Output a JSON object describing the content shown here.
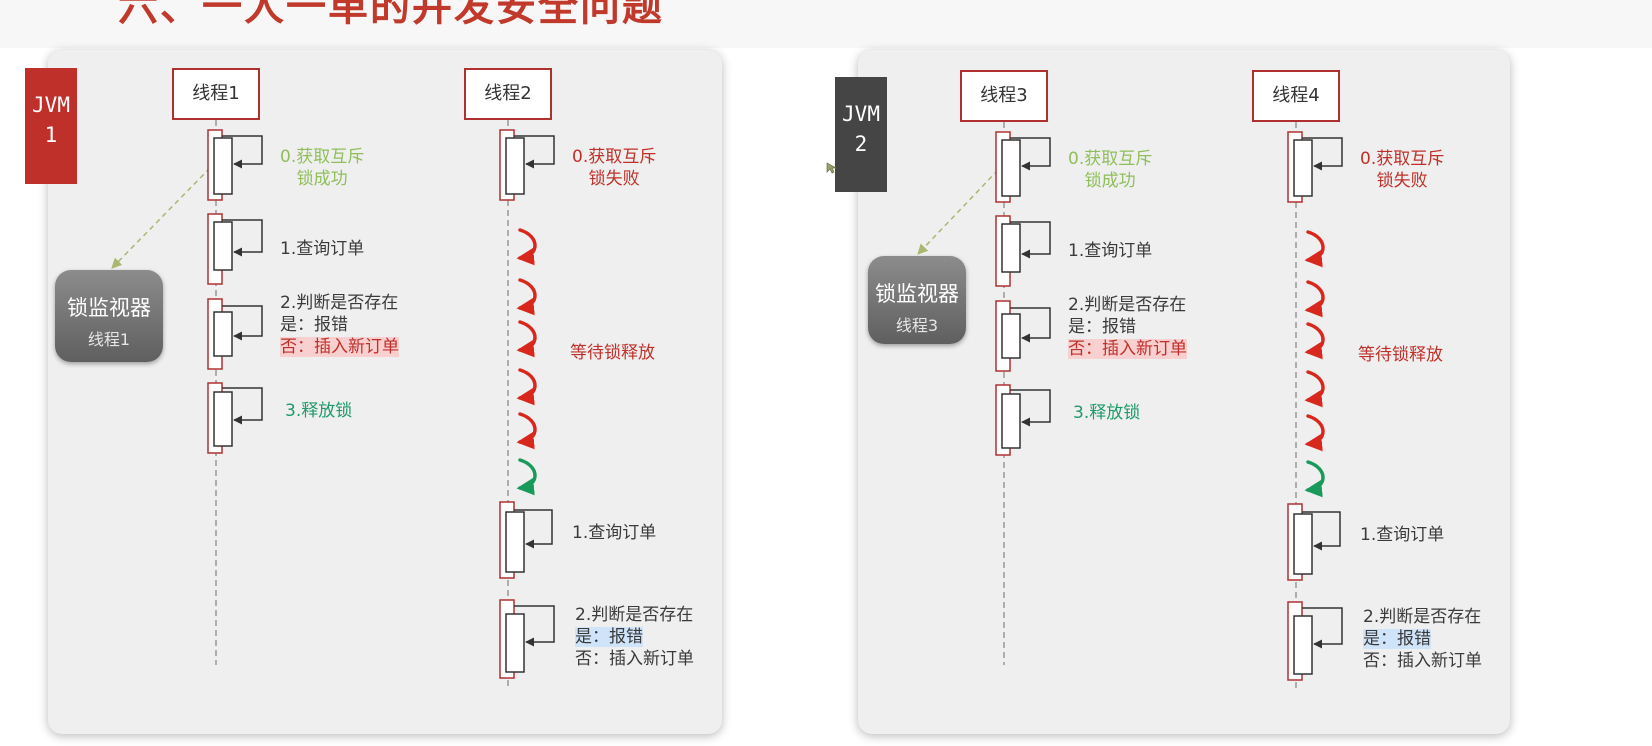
{
  "header": {
    "title": "六、一人一单的并发安全问题"
  },
  "panels": [
    {
      "jvm_label": [
        "JVM",
        "1"
      ],
      "jvm_color": "#c0302a",
      "monitor": {
        "title": "锁监视器",
        "holder": "线程1"
      },
      "threads": [
        "线程1",
        "线程2"
      ],
      "left_steps": {
        "acquire": [
          "0.获取互斥",
          "锁成功"
        ],
        "query": "1.查询订单",
        "check": [
          "2.判断是否存在",
          "是：报错",
          "否：插入新订单"
        ],
        "release": "3.释放锁"
      },
      "right_steps": {
        "acquire": [
          "0.获取互斥",
          "锁失败"
        ],
        "wait": "等待锁释放",
        "query": "1.查询订单",
        "check": [
          "2.判断是否存在",
          "是：报错",
          "否：插入新订单"
        ]
      }
    },
    {
      "jvm_label": [
        "JVM",
        "2"
      ],
      "jvm_color": "#454545",
      "monitor": {
        "title": "锁监视器",
        "holder": "线程3"
      },
      "threads": [
        "线程3",
        "线程4"
      ],
      "left_steps": {
        "acquire": [
          "0.获取互斥",
          "锁成功"
        ],
        "query": "1.查询订单",
        "check": [
          "2.判断是否存在",
          "是：报错",
          "否：插入新订单"
        ],
        "release": "3.释放锁"
      },
      "right_steps": {
        "acquire": [
          "0.获取互斥",
          "锁失败"
        ],
        "wait": "等待锁释放",
        "query": "1.查询订单",
        "check": [
          "2.判断是否存在",
          "是：报错",
          "否：插入新订单"
        ]
      }
    }
  ]
}
